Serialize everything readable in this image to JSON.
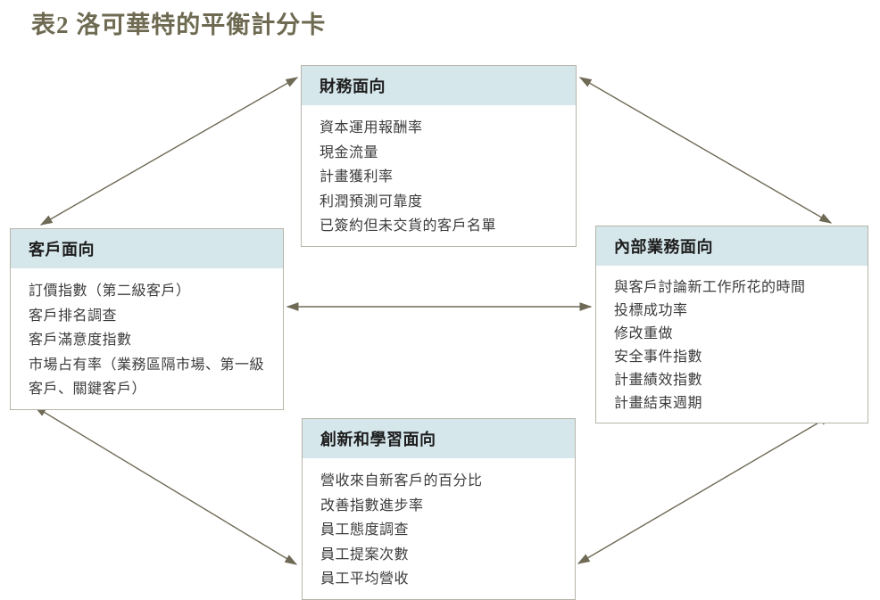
{
  "title": "表2 洛可華特的平衡計分卡",
  "boxes": {
    "financial": {
      "title": "財務面向",
      "items": [
        "資本運用報酬率",
        "現金流量",
        "計畫獲利率",
        "利潤預測可靠度",
        "已簽約但未交貨的客戶名單"
      ]
    },
    "customer": {
      "title": "客戶面向",
      "items": [
        "訂價指數（第二級客戶）",
        "客戶排名調查",
        "客戶滿意度指數",
        "市場占有率（業務區隔市場、第一級客戶、關鍵客戶）"
      ]
    },
    "internal": {
      "title": "內部業務面向",
      "items": [
        "與客戶討論新工作所花的時間",
        "投標成功率",
        "修改重做",
        "安全事件指數",
        "計畫績效指數",
        "計畫結束週期"
      ]
    },
    "innovation": {
      "title": "創新和學習面向",
      "items": [
        "營收來自新客戶的百分比",
        "改善指數進步率",
        "員工態度調查",
        "員工提案次數",
        "員工平均營收"
      ]
    }
  },
  "colors": {
    "header_bg": "#d6e7ec",
    "box_border": "#b7b4a8",
    "arrow": "#6f6a55",
    "title_color": "#6e6a52",
    "text": "#3c3c3c",
    "header_text": "#1d1d1d"
  }
}
